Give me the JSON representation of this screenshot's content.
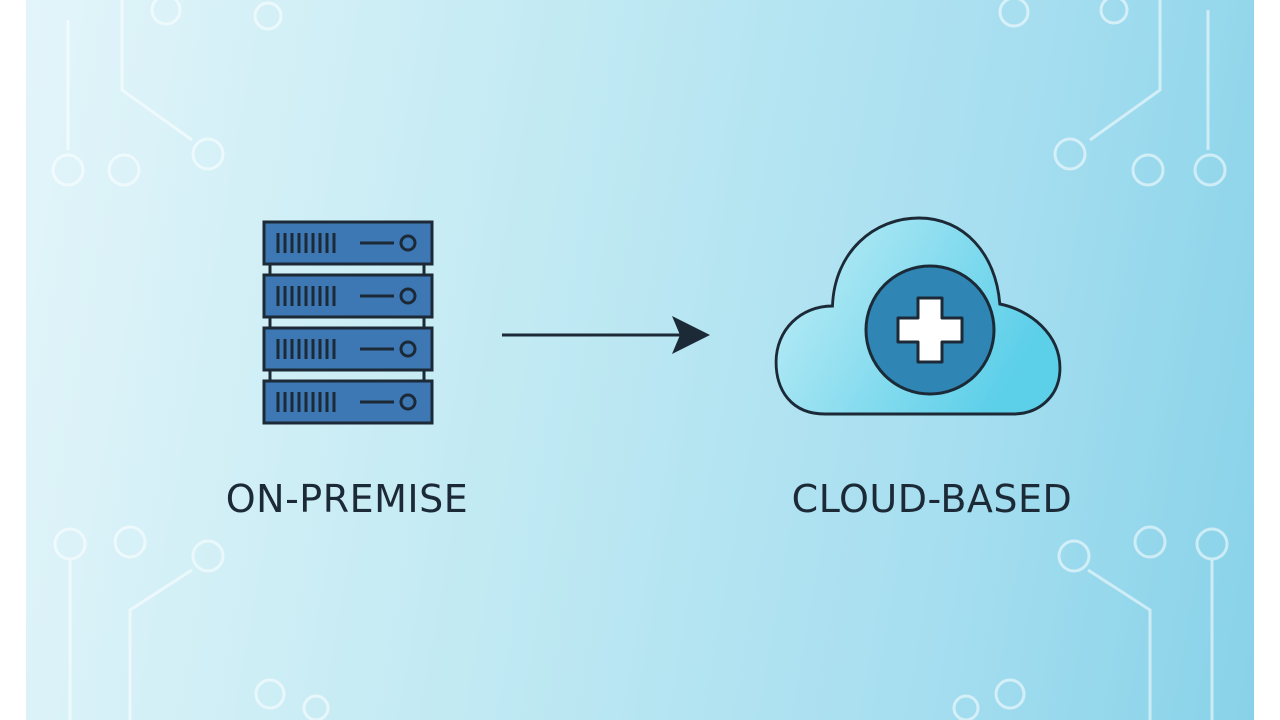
{
  "diagram": {
    "source": {
      "label": "ON-PREMISE",
      "icon": "server-rack-icon"
    },
    "connector": {
      "icon": "arrow-right-icon",
      "direction": "left-to-right"
    },
    "target": {
      "label": "CLOUD-BASED",
      "icon": "cloud-medical-cross-icon"
    }
  },
  "colors": {
    "server_fill": "#3d78b4",
    "outline": "#1b2a36",
    "cloud_fill_light": "#a9e4f3",
    "cloud_fill_dark": "#5ccfe9",
    "badge_fill": "#2f86b5",
    "background_light": "#e3f5fa",
    "background_dark": "#88d2e8"
  }
}
